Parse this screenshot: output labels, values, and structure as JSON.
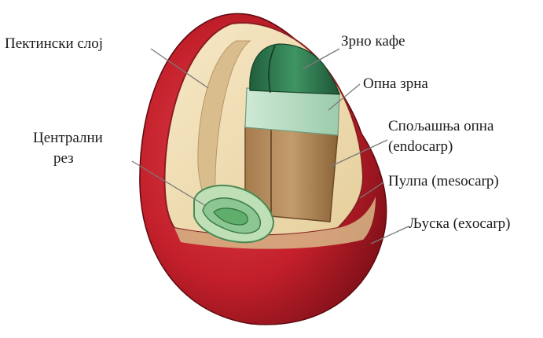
{
  "labels": {
    "pectin_layer": "Пектински слој",
    "central_cut_1": "Централни",
    "central_cut_2": "рез",
    "coffee_bean": "Зрно кафе",
    "bean_membrane": "Опна зрна",
    "outer_membrane_1": "Спољашња опна",
    "outer_membrane_2": "(endocarp)",
    "pulp": "Пулпа (mesocarp)",
    "husk": "Љуска (exocarp)"
  },
  "colors": {
    "skin_red": "#c21f2a",
    "skin_dark": "#7a0e16",
    "pulp_cream": "#f1dfb4",
    "endocarp_tan": "#b78d5e",
    "bean_green": "#2f7a4e",
    "membrane_green": "#b9dcc2",
    "leader_line": "#7a7a7a"
  }
}
